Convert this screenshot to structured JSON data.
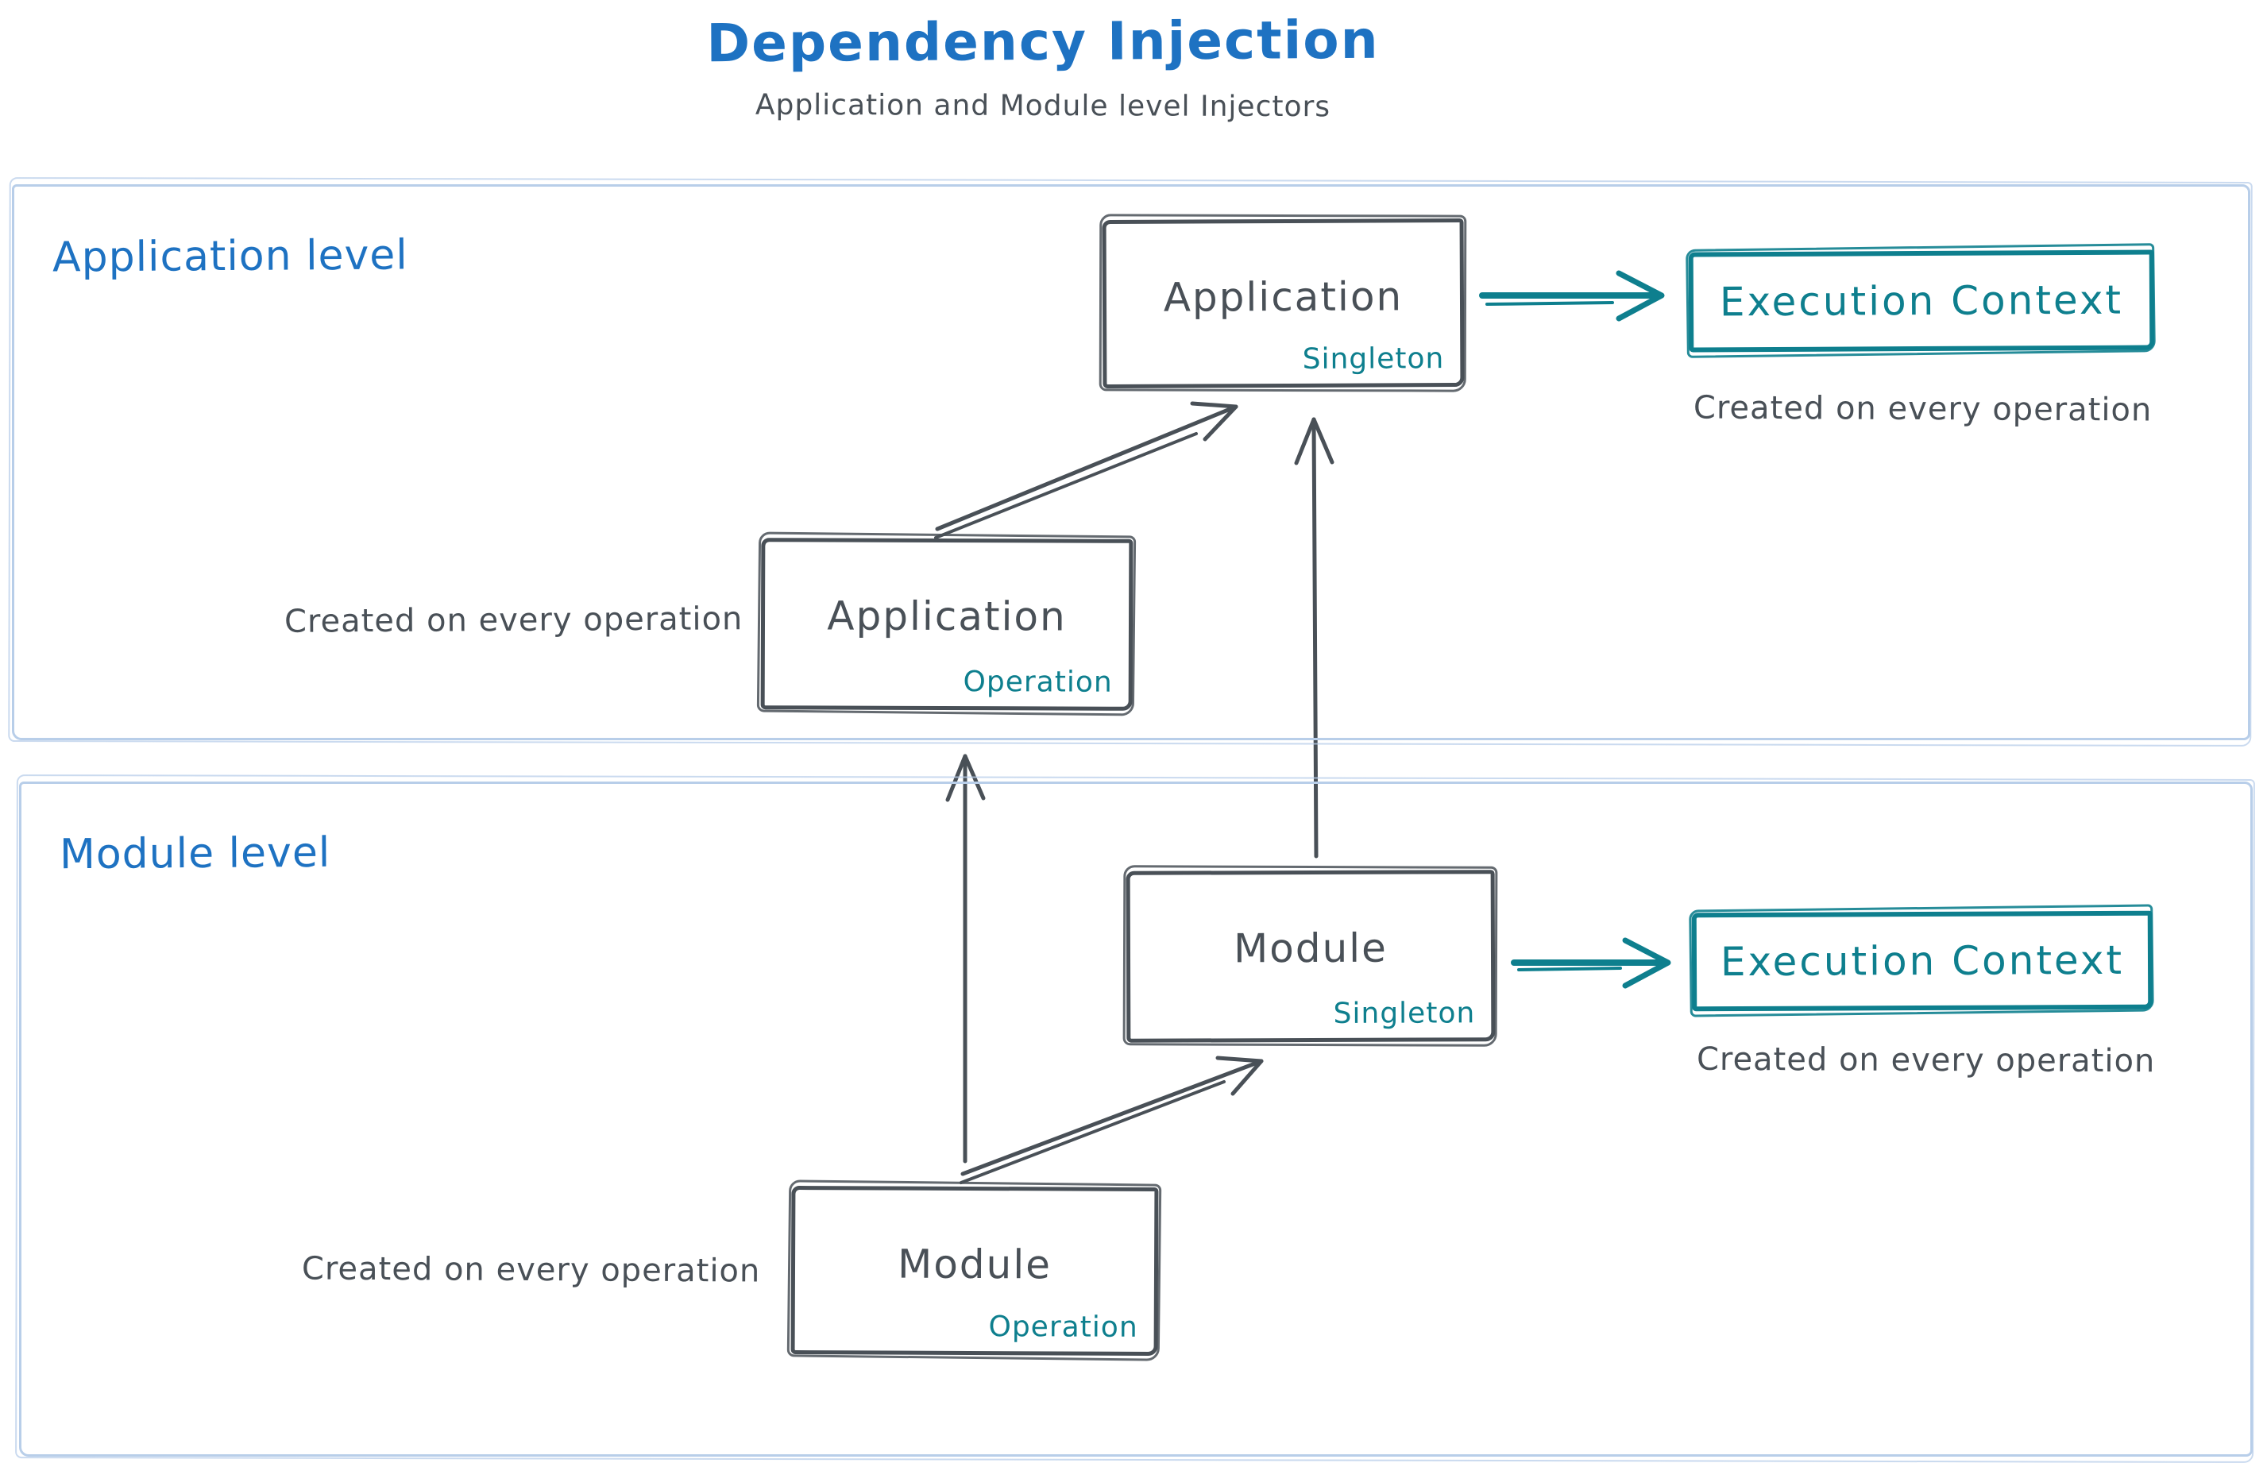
{
  "title": "Dependency Injection",
  "subtitle": "Application and Module level Injectors",
  "colors": {
    "accent_blue": "#1e72c2",
    "accent_teal": "#0e7f8e",
    "ink_gray": "#495057",
    "section_border": "#b8cee9"
  },
  "sections": {
    "application": {
      "label": "Application level",
      "singleton": {
        "name": "Application",
        "scope": "Singleton"
      },
      "operation": {
        "name": "Application",
        "scope": "Operation"
      },
      "execution_context": "Execution Context",
      "ec_caption": "Created on every operation",
      "op_caption": "Created on every operation"
    },
    "module": {
      "label": "Module level",
      "singleton": {
        "name": "Module",
        "scope": "Singleton"
      },
      "operation": {
        "name": "Module",
        "scope": "Operation"
      },
      "execution_context": "Execution Context",
      "ec_caption": "Created on every operation",
      "op_caption": "Created on every operation"
    }
  }
}
